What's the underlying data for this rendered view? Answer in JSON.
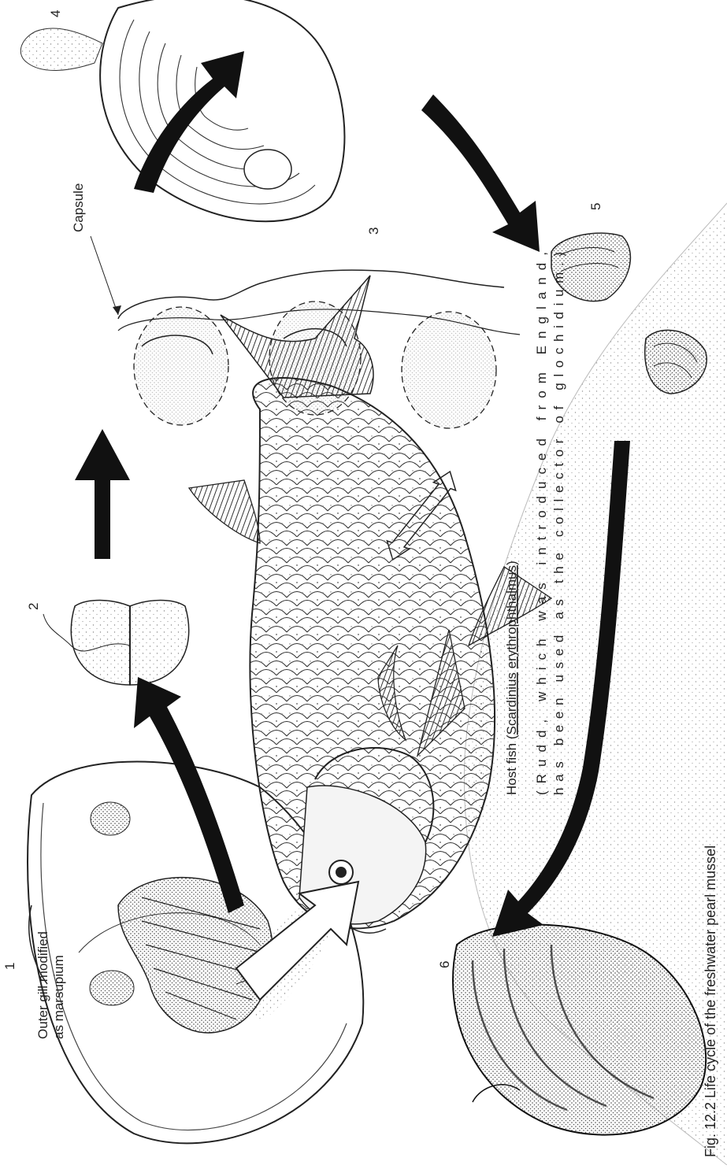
{
  "diagram": {
    "stage_numbers": [
      "1",
      "2",
      "3",
      "4",
      "5",
      "6"
    ],
    "labels": {
      "capsule": "Capsule",
      "outer_gill_line1": "Outer gill modified",
      "outer_gill_line2": "as marsupium",
      "host_fish_prefix": "Host fish (",
      "host_fish_genus": "Scardinius",
      "host_fish_species": "erythrophthalmus",
      "host_fish_suffix": ")",
      "host_note_line1": "(Rudd, which was introduced from England,",
      "host_note_line2": "has been used as the collector of glochidium.)",
      "caption": "Fig. 12.2   Life cycle of the freshwater pearl mussel"
    }
  }
}
